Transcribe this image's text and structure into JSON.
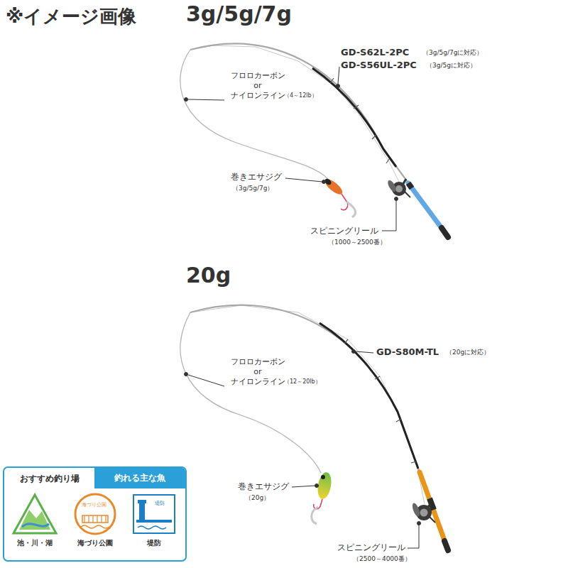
{
  "diagram": {
    "nodes": [
      {
        "text": [
          "おすすめ釣り場"
        ]
      },
      {
        "text": [
          "釣れる主な魚"
        ]
      },
      {
        "text": [
          "池・川・湖"
        ]
      },
      {
        "text": [
          "海づり公園",
          "海づり公園"
        ]
      },
      {
        "text": [
          "堤防",
          "堤防"
        ]
      }
    ],
    "labels": [
      "※イメージ画像",
      "3g/5g/7g",
      "GD-S62L-2PC",
      "（3g/5g/7gに対応）",
      "GD-S56UL-2PC",
      "（3g/5gに対応）",
      "フロロカーボン or ナイロンライン",
      "（4～12lb）",
      "巻きエサジグ",
      "（3g/5g/7g）",
      "スピニングリール",
      "（1000～2500番）",
      "20g",
      "GD-S80M-TL",
      "（20gに対応）",
      "フロロカーボン or ナイロンライン",
      "（12～20lb）",
      "巻きエサジグ",
      "（20g）",
      "スピニングリール",
      "（2500～4000番）"
    ]
  }
}
